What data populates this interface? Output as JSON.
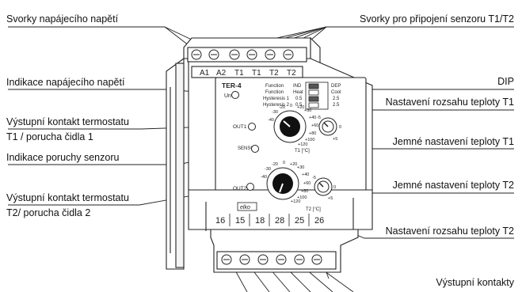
{
  "callouts": {
    "supply_terminals": "Svorky napájecího napětí",
    "sensor_terminals": "Svorky pro připojení senzoru T1/T2",
    "supply_indication": "Indikace napájecího napětí",
    "dip": "DIP",
    "range_t1": "Nastavení rozsahu teploty T1",
    "output_t1_line1": "Výstupní kontakt termostatu",
    "output_t1_line2": "T1 / porucha čidla 1",
    "fine_t1": "Jemné nastavení teploty T1",
    "sensor_fault": "Indikace poruchy senzoru",
    "fine_t2": "Jemné nastavení teploty T2",
    "output_t2_line1": "Výstupní kontakt termostatu",
    "output_t2_line2": "T2/ porucha čidla 2",
    "range_t2": "Nastavení rozsahu teploty T2",
    "output_contacts": "Výstupní kontakty"
  },
  "device": {
    "model": "TER-4",
    "top_terminals": [
      "A1",
      "A2",
      "T1",
      "T1",
      "T2",
      "T2"
    ],
    "un_label": "Un",
    "out1_label": "OUT1",
    "sensor_label": "SENSOR",
    "out2_label": "OUT2",
    "dip_title": "DIP",
    "function_rows": [
      {
        "name": "Function",
        "left": "IND",
        "right": "DEP"
      },
      {
        "name": "Function",
        "left": "Heat",
        "right": "Cool"
      },
      {
        "name": "Hysteresis 1",
        "left": "0.5",
        "right": "2.5"
      },
      {
        "name": "Hysteresis 2",
        "left": "0.5",
        "right": "2.5"
      }
    ],
    "t1_dial_label": "T1 [°C]",
    "t2_dial_label": "T2 [°C]",
    "range_ticks": [
      "0",
      "+20",
      "+30",
      "+40",
      "+60",
      "+80",
      "+100",
      "+120",
      "-20",
      "-30",
      "-40"
    ],
    "fine_ticks": [
      "-5",
      "0",
      "+5"
    ],
    "brand": "elko",
    "bottom_terminals": [
      "16",
      "15",
      "18",
      "28",
      "25",
      "26"
    ]
  }
}
